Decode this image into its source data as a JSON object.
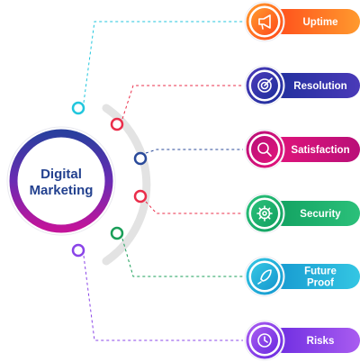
{
  "center": {
    "line1": "Digital",
    "line2": "Marketing"
  },
  "items": [
    {
      "label": "Uptime",
      "label_lines": [
        "Uptime"
      ],
      "icon": "megaphone-icon",
      "color_start": "#ff4a1a",
      "color_end": "#ff9a2e",
      "dot_color": "#21c6dd"
    },
    {
      "label": "Resolution",
      "label_lines": [
        "Resolution"
      ],
      "icon": "target-icon",
      "color_start": "#1e2f9c",
      "color_end": "#4a3ab8",
      "dot_color": "#ea2d4a"
    },
    {
      "label": "Satisfaction",
      "label_lines": [
        "Satisfaction"
      ],
      "icon": "magnifier-icon",
      "color_start": "#e2147b",
      "color_end": "#b90f78",
      "dot_color": "#2a4a9a"
    },
    {
      "label": "Security",
      "label_lines": [
        "Security"
      ],
      "icon": "gear-icon",
      "color_start": "#11a060",
      "color_end": "#2bc07a",
      "dot_color": "#ea2d4a"
    },
    {
      "label": "Future Proof",
      "label_lines": [
        "Future",
        "Proof"
      ],
      "icon": "rocket-icon",
      "color_start": "#1597cf",
      "color_end": "#34c6e3",
      "dot_color": "#1a9e58"
    },
    {
      "label": "Risks",
      "label_lines": [
        "Risks"
      ],
      "icon": "clock-icon",
      "color_start": "#6a2ae0",
      "color_end": "#a95cf0",
      "dot_color": "#8a44e8"
    }
  ]
}
